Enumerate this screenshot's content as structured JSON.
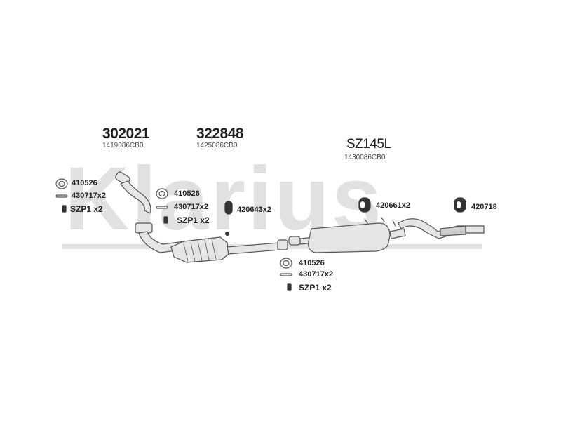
{
  "watermark": {
    "text": "Klarius"
  },
  "groups": [
    {
      "part_number": "302021",
      "sub_code": "1419086CB0",
      "accessories": [
        "410526",
        "430717x2",
        "SZP1 x2"
      ]
    },
    {
      "part_number": "322848",
      "sub_code": "1425086CB0",
      "accessories": [
        "410526",
        "430717x2",
        "SZP1 x2"
      ],
      "extra": "420643x2"
    },
    {
      "part_number": "SZ145L",
      "sub_code": "1430086CB0",
      "accessories": [
        "410526",
        "430717x2",
        "SZP1 x2"
      ],
      "mounts": [
        "420661x2",
        "420718"
      ]
    }
  ],
  "colors": {
    "line": "#555555",
    "fill": "#e6e6e6",
    "dark": "#333333",
    "watermark": "#d7d7d7"
  }
}
